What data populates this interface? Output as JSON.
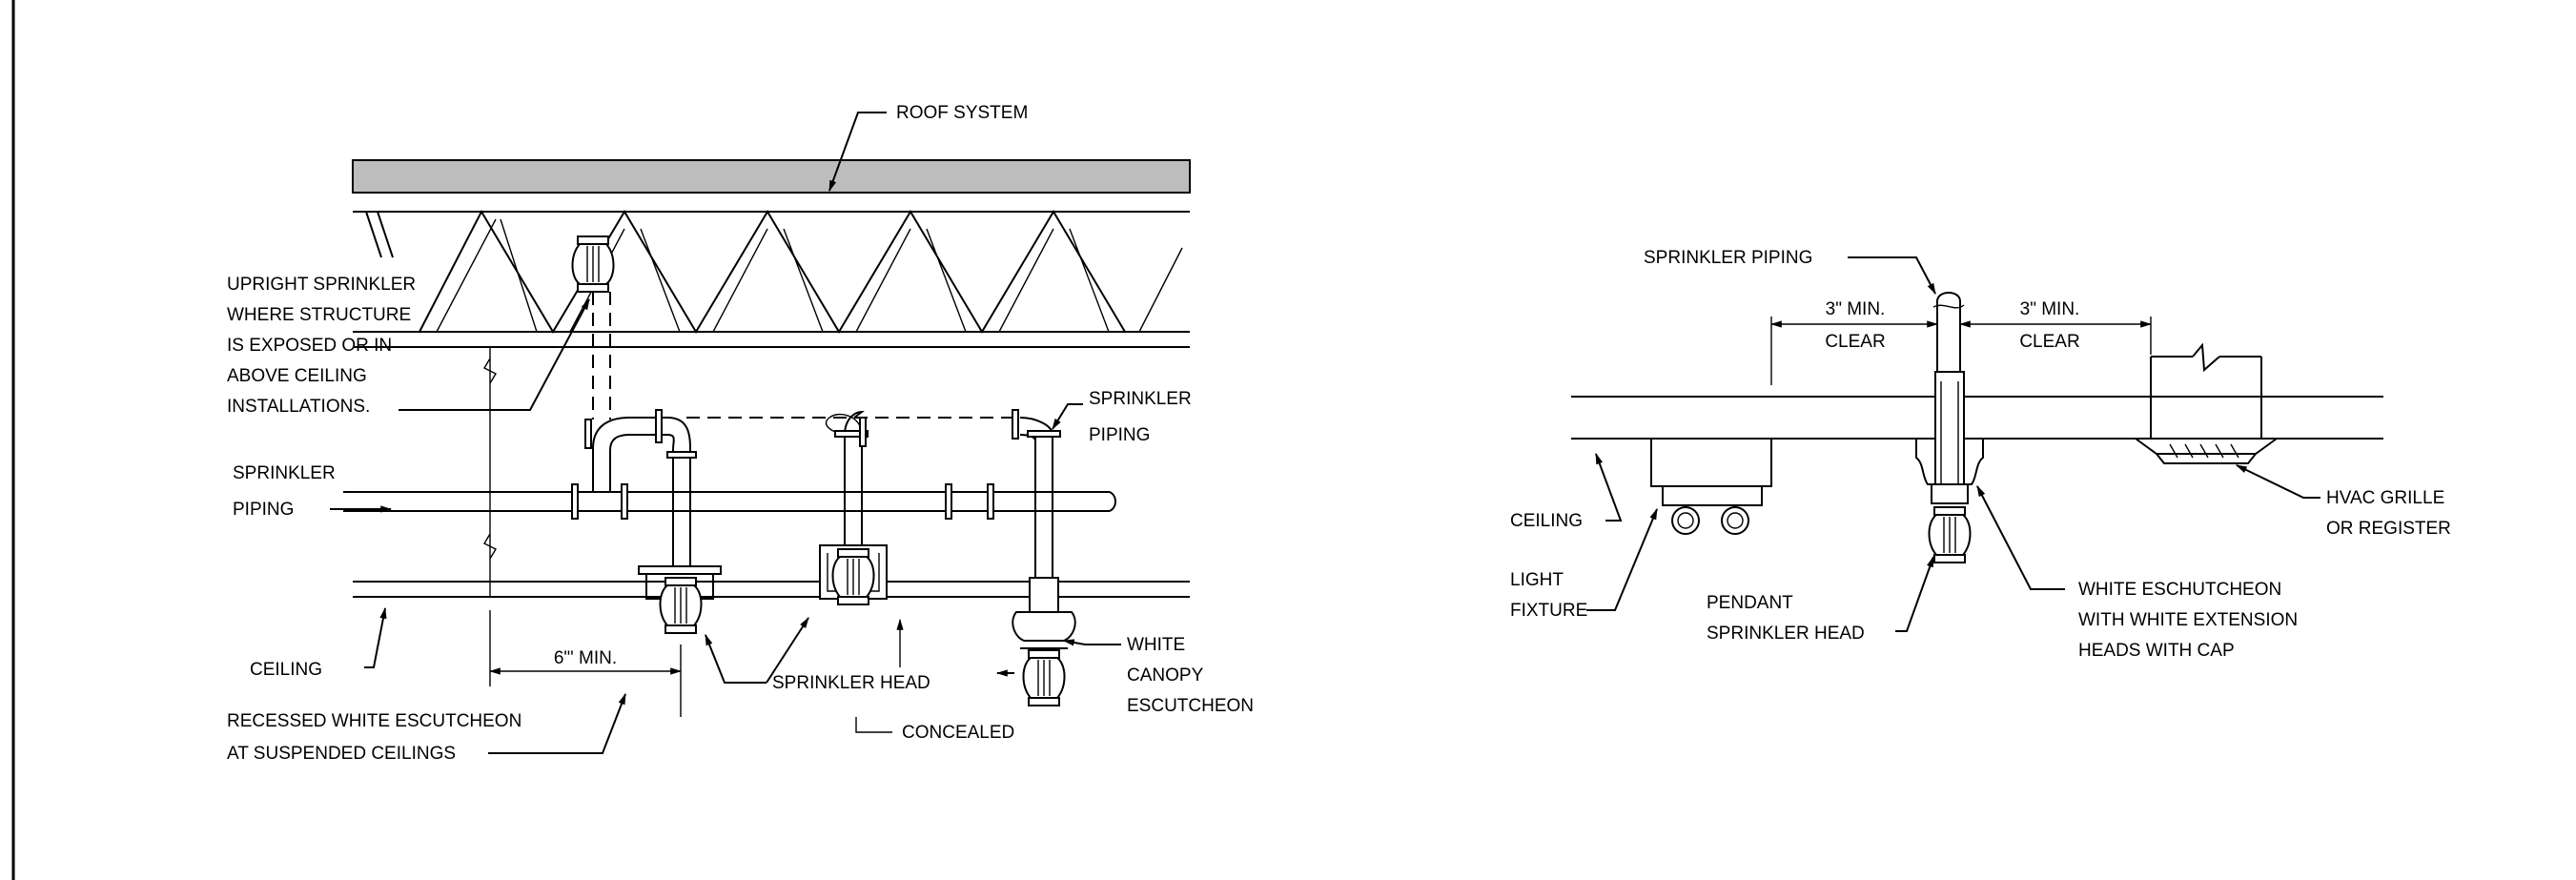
{
  "left_detail": {
    "labels": {
      "roof_system": "ROOF SYSTEM",
      "upright_line1": "UPRIGHT SPRINKLER",
      "upright_line2": "WHERE STRUCTURE",
      "upright_line3": "IS EXPOSED OR IN",
      "upright_line4": "ABOVE CEILING",
      "upright_line5": "INSTALLATIONS.",
      "piping_left_line1": "SPRINKLER",
      "piping_left_line2": "PIPING",
      "piping_right_line1": "SPRINKLER",
      "piping_right_line2": "PIPING",
      "ceiling": "CEILING",
      "min_6": "6\"' MIN.",
      "sprinkler_head": "SPRINKLER HEAD",
      "concealed": "CONCEALED",
      "canopy_line1": "WHITE",
      "canopy_line2": "CANOPY",
      "canopy_line3": "ESCUTCHEON",
      "recessed_line1": "RECESSED WHITE ESCUTCHEON",
      "recessed_line2": "AT SUSPENDED CEILINGS"
    }
  },
  "right_detail": {
    "labels": {
      "sprinkler_piping": "SPRINKLER PIPING",
      "min_left_line1": "3\" MIN.",
      "min_left_line2": "CLEAR",
      "min_right_line1": "3\" MIN.",
      "min_right_line2": "CLEAR",
      "ceiling": "CEILING",
      "light_line1": "LIGHT",
      "light_line2": "FIXTURE",
      "pendant_line1": "PENDANT",
      "pendant_line2": "SPRINKLER HEAD",
      "white_esc_line1": "WHITE ESCHUTCHEON",
      "white_esc_line2": "WITH WHITE EXTENSION",
      "white_esc_line3": "HEADS WITH CAP",
      "hvac_line1": "HVAC GRILLE",
      "hvac_line2": "OR REGISTER"
    }
  }
}
